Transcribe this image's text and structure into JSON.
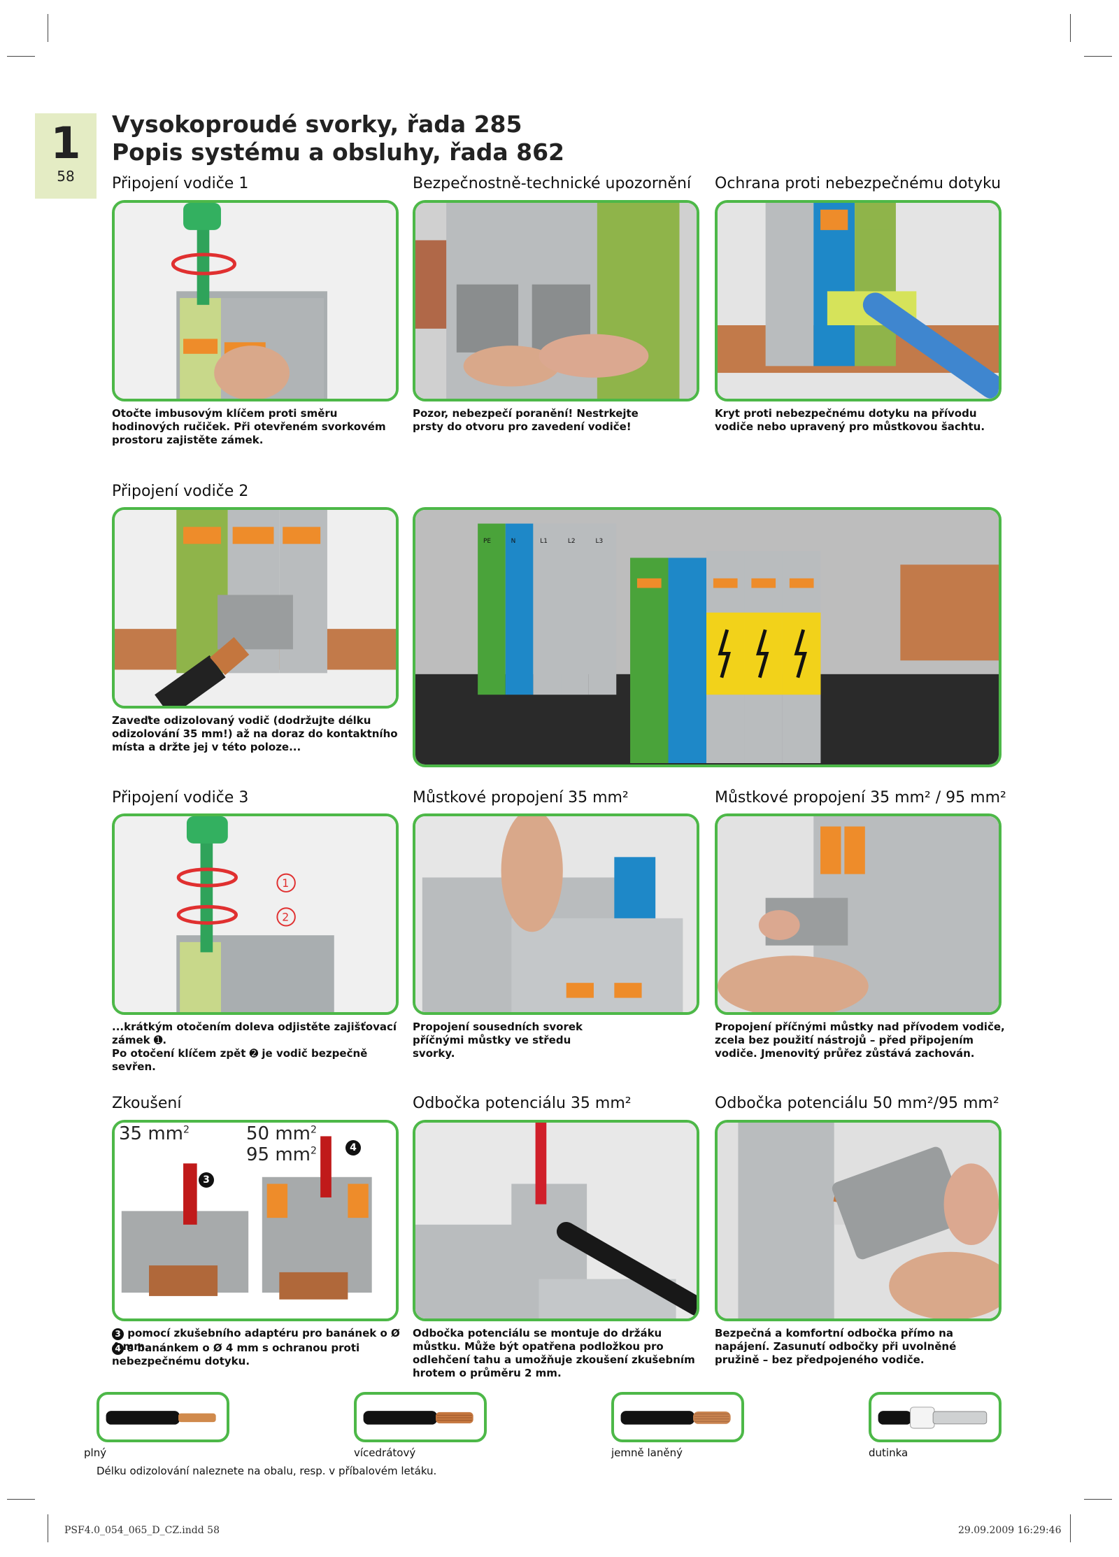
{
  "chapter_tab": {
    "number": "1",
    "page": "58"
  },
  "title": {
    "line1": "Vysokoproudé svorky, řada 285",
    "line2": "Popis systému a obsluhy, řada 862"
  },
  "sections": {
    "s1": {
      "heading": "Připojení vodiče 1",
      "caption": "Otočte imbusovým klíčem proti směru hodinových ručiček. Při otevřeném svorkovém prostoru zajistěte zámek."
    },
    "s2": {
      "heading": "Bezpečnostně-technické upozornění",
      "caption": "Pozor, nebezpečí poranění! Nestrkejte prsty do otvoru pro zavedení vodiče!"
    },
    "s3": {
      "heading": "Ochrana proti nebezpečnému dotyku",
      "caption": "Kryt proti nebezpečnému dotyku na přívodu vodiče nebo upravený pro můstkovou šachtu."
    },
    "s4": {
      "heading": "Připojení vodiče 2",
      "caption": "Zaveďte odizolovaný vodič (dodržujte délku odizolování 35 mm!) až na doraz do kontaktního místa a držte jej v této poloze..."
    },
    "s5": {
      "heading": "Připojení vodiče 3",
      "caption_line1": "...krátkým otočením doleva odjistěte zajišťovací zámek ➊.",
      "caption_line2": "Po otočení klíčem zpět ➋ je vodič bezpečně sevřen."
    },
    "s6": {
      "heading": "Můstkové propojení 35 mm²",
      "caption": "Propojení sousedních svorek příčnými můstky ve středu svorky."
    },
    "s7": {
      "heading": "Můstkové propojení 35 mm² / 95 mm²",
      "caption": "Propojení příčnými můstky nad přívodem vodiče, zcela bez použití nástrojů – před připojením vodiče. Jmenovitý průřez zůstává zachován."
    },
    "s8": {
      "heading": "Zkoušení",
      "label_35": "35 mm",
      "label_50": "50 mm",
      "label_95": "95 mm",
      "sup": "2",
      "marker3": "3",
      "marker4": "4",
      "caption_line1": "pomocí zkušebního adaptéru pro banánek o Ø 4 mm.",
      "caption_line2": "s banánkem o Ø 4 mm s ochranou proti nebezpečnému dotyku."
    },
    "s9": {
      "heading": "Odbočka potenciálu 35 mm²",
      "caption": "Odbočka potenciálu se montuje do držáku můstku. Může být opatřena podložkou pro odlehčení tahu a umožňuje zkoušení zkušebním hrotem o průměru 2 mm."
    },
    "s10": {
      "heading": "Odbočka potenciálu 50 mm²/95 mm²",
      "caption": "Bezpečná a komfortní odbočka přímo na napájení. Zasunutí odbočky při uvolněné pružině – bez předpojeného vodiče."
    }
  },
  "wires": [
    {
      "label": "plný"
    },
    {
      "label": "vícedrátový"
    },
    {
      "label": "jemně laněný"
    },
    {
      "label": "dutinka"
    }
  ],
  "footnote": "Délku odizolování naleznete na obalu, resp. v příbalovém letáku.",
  "slug": {
    "left": "PSF4.0_054_065_D_CZ.indd   58",
    "right": "29.09.2009   16:29:46"
  },
  "colors": {
    "frame_green": "#4db848",
    "terminal_gray": "#b9bcbe",
    "pe_green": "#5aa63c",
    "n_blue": "#1e88c8",
    "warning_yellow": "#f2d21a",
    "label_orange": "#ee8c2a",
    "copper": "#c4763e"
  },
  "terminal_labels": {
    "pe": "PE",
    "l1": "L1",
    "l2": "L2",
    "l3": "L3",
    "n": "N"
  }
}
